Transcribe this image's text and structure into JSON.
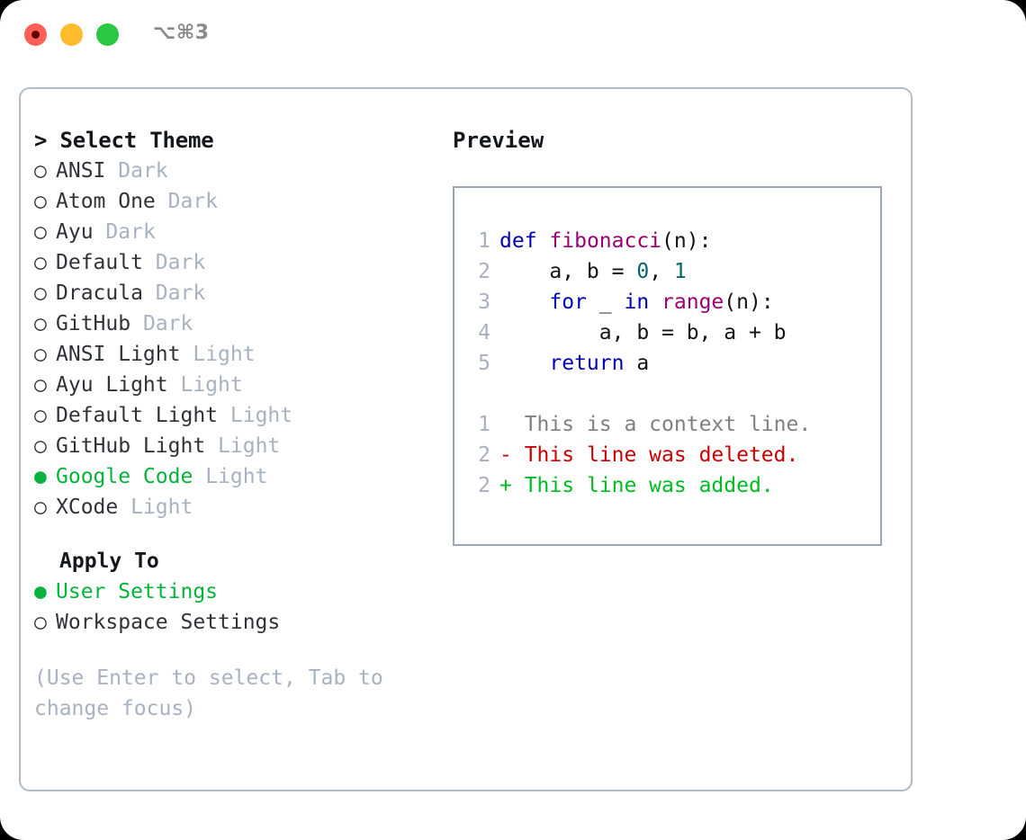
{
  "window": {
    "shortcut": "⌥⌘3",
    "traffic_lights": [
      {
        "name": "close",
        "color": "#ff5f57"
      },
      {
        "name": "minimize",
        "color": "#ffbd2e"
      },
      {
        "name": "maximize",
        "color": "#28c840"
      }
    ]
  },
  "theme_picker": {
    "header": "> Select Theme",
    "items": [
      {
        "bullet": "○",
        "name": "ANSI",
        "kind": "Dark",
        "selected": false
      },
      {
        "bullet": "○",
        "name": "Atom One",
        "kind": "Dark",
        "selected": false
      },
      {
        "bullet": "○",
        "name": "Ayu",
        "kind": "Dark",
        "selected": false
      },
      {
        "bullet": "○",
        "name": "Default",
        "kind": "Dark",
        "selected": false
      },
      {
        "bullet": "○",
        "name": "Dracula",
        "kind": "Dark",
        "selected": false
      },
      {
        "bullet": "○",
        "name": "GitHub",
        "kind": "Dark",
        "selected": false
      },
      {
        "bullet": "○",
        "name": "ANSI Light",
        "kind": "Light",
        "selected": false
      },
      {
        "bullet": "○",
        "name": "Ayu Light",
        "kind": "Light",
        "selected": false
      },
      {
        "bullet": "○",
        "name": "Default Light",
        "kind": "Light",
        "selected": false
      },
      {
        "bullet": "○",
        "name": "GitHub Light",
        "kind": "Light",
        "selected": false
      },
      {
        "bullet": "●",
        "name": "Google Code",
        "kind": "Light",
        "selected": true
      },
      {
        "bullet": "○",
        "name": "XCode",
        "kind": "Light",
        "selected": false
      }
    ]
  },
  "apply_to": {
    "label": "Apply To",
    "options": [
      {
        "bullet": "●",
        "name": "User Settings",
        "selected": true
      },
      {
        "bullet": "○",
        "name": "Workspace Settings",
        "selected": false
      }
    ]
  },
  "hint": "(Use Enter to select, Tab to change focus)",
  "preview": {
    "title": "Preview",
    "code_lines": [
      {
        "no": "1",
        "tokens": [
          {
            "t": "def",
            "c": "kw"
          },
          {
            "t": " ",
            "c": "plain"
          },
          {
            "t": "fibonacci",
            "c": "fn"
          },
          {
            "t": "(n):",
            "c": "punc"
          }
        ]
      },
      {
        "no": "2",
        "tokens": [
          {
            "t": "    a, b = ",
            "c": "plain"
          },
          {
            "t": "0",
            "c": "num"
          },
          {
            "t": ", ",
            "c": "plain"
          },
          {
            "t": "1",
            "c": "num"
          }
        ]
      },
      {
        "no": "3",
        "tokens": [
          {
            "t": "    ",
            "c": "plain"
          },
          {
            "t": "for",
            "c": "kw"
          },
          {
            "t": " _ ",
            "c": "plain"
          },
          {
            "t": "in",
            "c": "kw"
          },
          {
            "t": " ",
            "c": "plain"
          },
          {
            "t": "range",
            "c": "fn"
          },
          {
            "t": "(n):",
            "c": "punc"
          }
        ]
      },
      {
        "no": "4",
        "tokens": [
          {
            "t": "        a, b = b, a + b",
            "c": "plain"
          }
        ]
      },
      {
        "no": "5",
        "tokens": [
          {
            "t": "    ",
            "c": "plain"
          },
          {
            "t": "return",
            "c": "kw"
          },
          {
            "t": " a",
            "c": "plain"
          }
        ]
      }
    ],
    "diff_lines": [
      {
        "no": "1",
        "marker": "  ",
        "text": "This is a context line.",
        "kind": "ctx"
      },
      {
        "no": "2",
        "marker": "- ",
        "text": "This line was deleted.",
        "kind": "del"
      },
      {
        "no": "2",
        "marker": "+ ",
        "text": "This line was added.",
        "kind": "add"
      }
    ]
  },
  "colors": {
    "selected_green": "#07b33c",
    "keyword_blue": "#0000b3",
    "function_magenta": "#990073",
    "number_teal": "#066666",
    "diff_deleted": "#cc0000",
    "diff_added": "#00bb22",
    "diff_context": "#808080",
    "muted": "#a8b2c0",
    "panel_border": "#b2bcc9",
    "preview_border": "#9aa5b5"
  }
}
